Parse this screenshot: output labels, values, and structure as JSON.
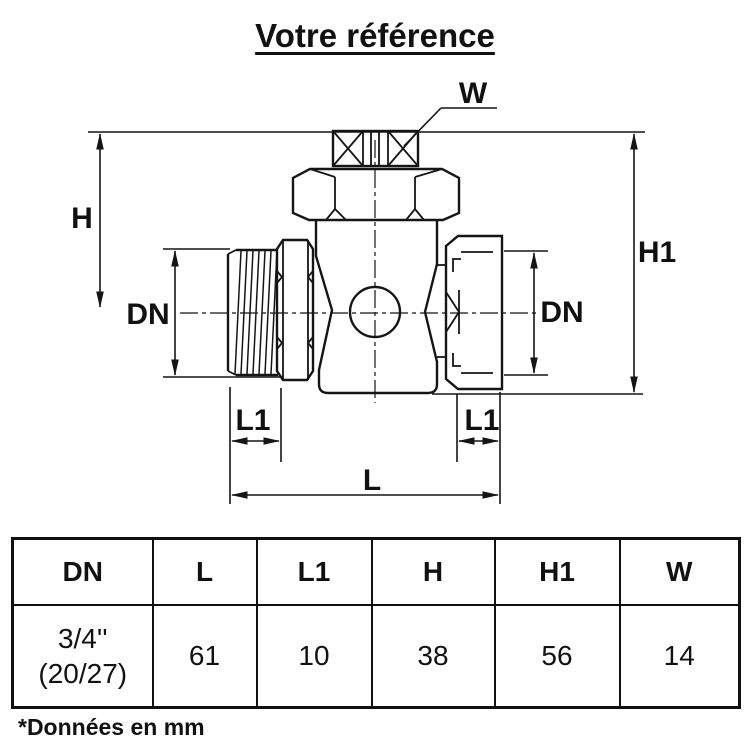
{
  "title": "Votre référence",
  "diagram": {
    "labels": {
      "w": "W",
      "h": "H",
      "h1": "H1",
      "dn_left": "DN",
      "dn_right": "DN",
      "l1_left": "L1",
      "l1_right": "L1",
      "l": "L"
    }
  },
  "table": {
    "headers": [
      "DN",
      "L",
      "L1",
      "H",
      "H1",
      "W"
    ],
    "row": {
      "dn": [
        "3/4''",
        "(20/27)"
      ],
      "l": "61",
      "l1": "10",
      "h": "38",
      "h1": "56",
      "w": "14"
    }
  },
  "footnote": "*Données en mm",
  "colors": {
    "ink": "#111111",
    "background": "#ffffff"
  }
}
